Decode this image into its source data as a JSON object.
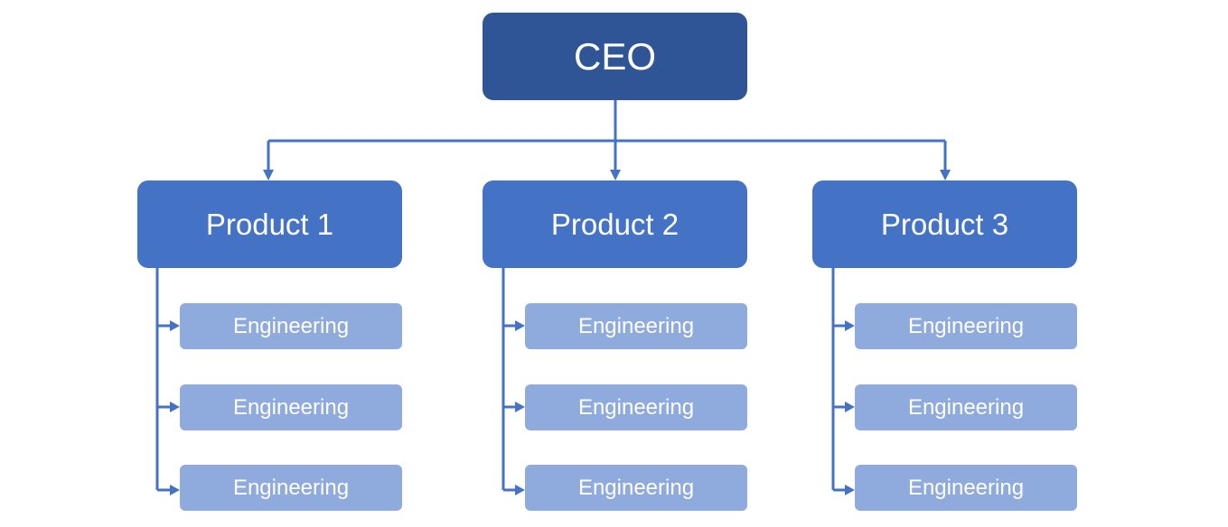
{
  "colors": {
    "ceo_fill": "#2f5597",
    "product_fill": "#4472c4",
    "team_fill": "#8faadc",
    "connector": "#4472c4",
    "text": "#ffffff"
  },
  "ceo": {
    "label": "CEO"
  },
  "products": [
    {
      "label": "Product 1",
      "teams": [
        "Engineering",
        "Engineering",
        "Engineering"
      ]
    },
    {
      "label": "Product 2",
      "teams": [
        "Engineering",
        "Engineering",
        "Engineering"
      ]
    },
    {
      "label": "Product 3",
      "teams": [
        "Engineering",
        "Engineering",
        "Engineering"
      ]
    }
  ]
}
